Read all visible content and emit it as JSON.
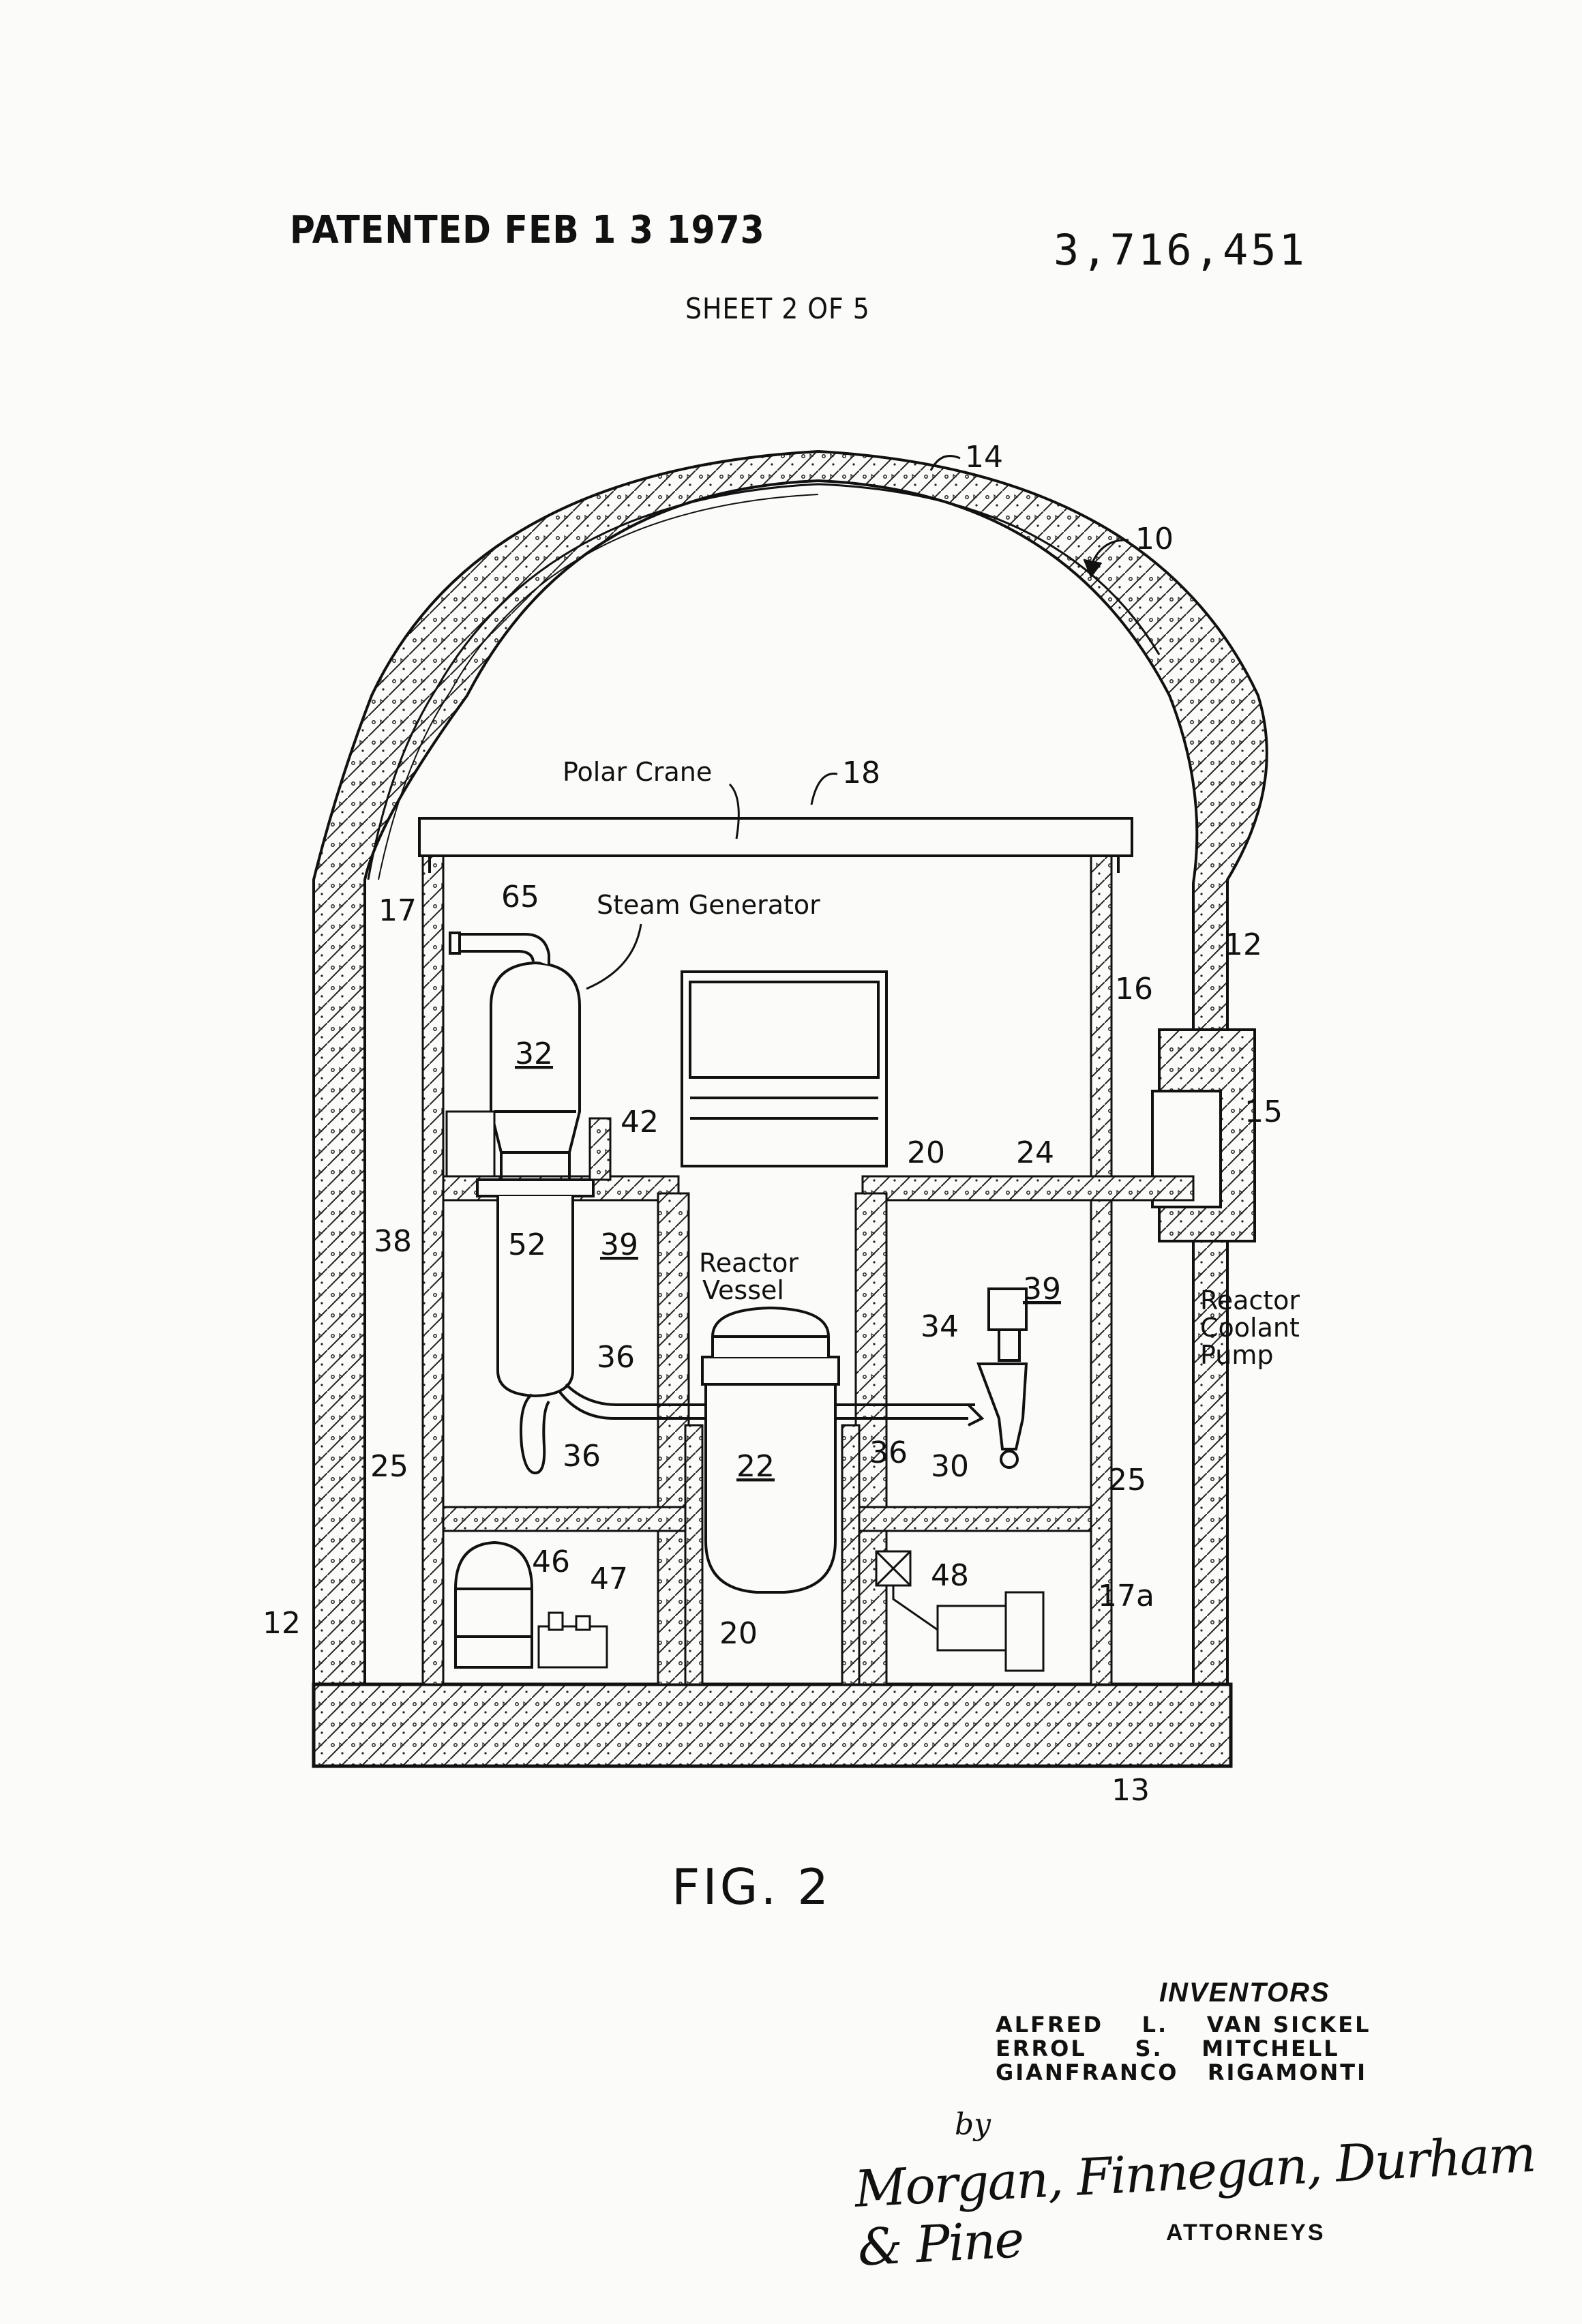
{
  "header": {
    "patented": "PATENTED FEB 1 3 1973",
    "patent_number": "3,716,451",
    "sheet": "SHEET 2 OF 5"
  },
  "diagram": {
    "labels": {
      "n10": "10",
      "n12_right": "12",
      "n12_left": "12",
      "n13": "13",
      "n14": "14",
      "n15": "15",
      "n16": "16",
      "n17": "17",
      "n17a": "17a",
      "n18": "18",
      "polar_crane": "Polar Crane",
      "steam_generator": "Steam Generator",
      "n65": "65",
      "n32": "32",
      "n42": "42",
      "n52": "52",
      "n39_left": "39",
      "n38": "38",
      "reactor_vessel_1": "Reactor",
      "reactor_vessel_2": "Vessel",
      "n20_top": "20",
      "n24": "24",
      "n39_right": "39",
      "n34": "34",
      "reactor_coolant_pump_1": "Reactor",
      "reactor_coolant_pump_2": "Coolant",
      "reactor_coolant_pump_3": "Pump",
      "n36_a": "36",
      "n36_b": "36",
      "n36_c": "36",
      "n30": "30",
      "n22": "22",
      "n25_left": "25",
      "n25_right": "25",
      "n46": "46",
      "n47": "47",
      "n48": "48",
      "n20_bottom": "20"
    }
  },
  "figure_label": "FIG. 2",
  "inventors": {
    "heading": "INVENTORS",
    "line1": "ALFRED    L.    VAN SICKEL",
    "line2": "ERROL     S.    MITCHELL",
    "line3": "GIANFRANCO   RIGAMONTI"
  },
  "attorneys": {
    "by": "by",
    "signature": "Morgan, Finnegan, Durham & Pine",
    "label": "ATTORNEYS"
  }
}
